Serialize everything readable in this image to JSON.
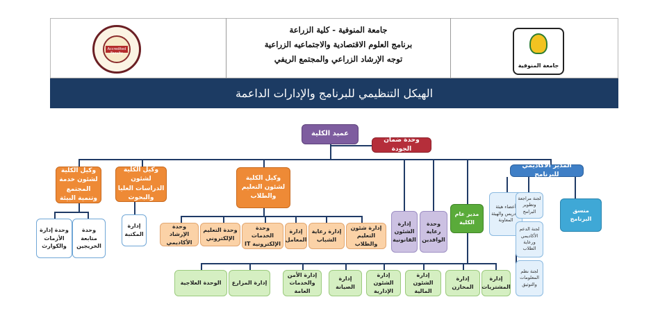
{
  "header": {
    "lines": [
      "جامعة المنوفية - كلية الزراعة",
      "برنامج العلوم الاقتصادية والاجتماعيه الزراعية",
      "توجه الإرشاد الزراعي والمجتمع الريفي"
    ],
    "band_title": "الهيكل التنظيمي للبرنامج والإدارات الداعمة",
    "left_logo_text": "Accredited Faculty",
    "right_logo_text": "جامعة المنوفية"
  },
  "nodes": {
    "dean": "عميد الكلية",
    "quality": "وحدة ضمان الجودة",
    "vice_community": "وكيل الكلية لشئون خدمة المجتمع وتنمية البيئة",
    "vice_grad": "وكيل الكلية لشئون الدراسات العليا والبحوث",
    "vice_edu": "وكيل الكلية لشئون التعليم والطلاب",
    "program_director": "المدير الأكاديمي للبرنامج",
    "crisis": "وحدة إدارة الأزمات والكوارث",
    "grads": "وحدة متابعة الخريجين",
    "library": "إدارة المكتبة",
    "academic_guidance": "وحدة الإرشاد الأكاديمي",
    "elearning": "وحدة التعليم الإلكتروني",
    "it_services": "وحدة الخدمات الإلكترونية IT",
    "labs": "إدارة المعامل",
    "youth": "إدارة رعاية الشباب",
    "student_affairs": "إدارة شئون التعليم والطلاب",
    "legal": "إدارة الشئون القانونية",
    "expats": "وحدة رعاية الوافدين",
    "gm": "مدير عام الكلية",
    "treatment": "الوحدة العلاجية",
    "farms": "إدارة المزارع",
    "security": "إدارة الأمن والخدمات العامة",
    "maintenance": "إدارة الصيانة",
    "admin_affairs": "إدارة الشئون الإدارية",
    "finance": "إدارة الشئون المالية",
    "stores": "إدارة المخازن",
    "purchases": "إدارة المشتريات",
    "faculty_staff": "أعضاء هيئة التدريس والهيئة المعاونة",
    "review": "لجنة مراجعة وتطوير البرامج",
    "support": "لجنة الدعم الأكاديمي ورعاية الطلاب",
    "info_systems": "لجنة نظم المعلومات والتوثيق",
    "coordinator": "منسق البرنامج"
  }
}
